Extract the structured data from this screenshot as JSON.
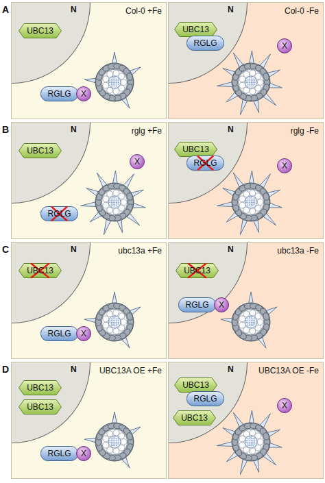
{
  "diagram": {
    "nodes": [
      {
        "text": [
          "Col-0 +Fe"
        ]
      },
      {
        "text": [
          "N"
        ],
        "in": 0
      },
      {
        "text": [
          "UBC13"
        ],
        "in": 1
      },
      {
        "text": [
          "RGLG"
        ],
        "in": 0
      },
      {
        "text": [
          "X"
        ],
        "in": 0
      },
      {
        "text": [
          "Col-0 -Fe"
        ]
      },
      {
        "text": [
          "N"
        ],
        "in": 5
      },
      {
        "text": [
          "UBC13"
        ],
        "in": 6
      },
      {
        "text": [
          "RGLG"
        ],
        "in": 6
      },
      {
        "text": [
          "X"
        ],
        "in": 5
      },
      {
        "text": [
          "rglg +Fe"
        ]
      },
      {
        "text": [
          "N"
        ],
        "in": 10
      },
      {
        "text": [
          "UBC13"
        ],
        "in": 11
      },
      {
        "text": [
          "X"
        ],
        "in": 10
      },
      {
        "text": [
          "RGLG"
        ],
        "in": 10
      },
      {
        "text": [
          "rglg -Fe"
        ]
      },
      {
        "text": [
          "N"
        ],
        "in": 15
      },
      {
        "text": [
          "UBC13"
        ],
        "in": 16
      },
      {
        "text": [
          "RGLG"
        ],
        "in": 16
      },
      {
        "text": [
          "X"
        ],
        "in": 15
      },
      {
        "text": [
          "ubc13a +Fe"
        ]
      },
      {
        "text": [
          "N"
        ],
        "in": 20
      },
      {
        "text": [
          "UBC13"
        ],
        "in": 21
      },
      {
        "text": [
          "RGLG"
        ],
        "in": 20
      },
      {
        "text": [
          "X"
        ],
        "in": 20
      },
      {
        "text": [
          "ubc13a -Fe"
        ]
      },
      {
        "text": [
          "N"
        ],
        "in": 25
      },
      {
        "text": [
          "UBC13"
        ],
        "in": 26
      },
      {
        "text": [
          "RGLG"
        ],
        "in": 25
      },
      {
        "text": [
          "X"
        ],
        "in": 25
      },
      {
        "text": [
          "UBC13A OE +Fe"
        ]
      },
      {
        "text": [
          "N"
        ],
        "in": 30
      },
      {
        "text": [
          "UBC13"
        ],
        "in": 31
      },
      {
        "text": [
          "UBC13"
        ],
        "in": 31
      },
      {
        "text": [
          "RGLG"
        ],
        "in": 30
      },
      {
        "text": [
          "X"
        ],
        "in": 30
      },
      {
        "text": [
          "UBC13A OE -Fe"
        ]
      },
      {
        "text": [
          "N"
        ],
        "in": 36
      },
      {
        "text": [
          "UBC13"
        ],
        "in": 37
      },
      {
        "text": [
          "RGLG"
        ],
        "in": 37
      },
      {
        "text": [
          "UBC13"
        ],
        "in": 37
      },
      {
        "text": [
          "X"
        ],
        "in": 36
      }
    ],
    "labels": [
      "A",
      "B",
      "C",
      "D"
    ]
  }
}
